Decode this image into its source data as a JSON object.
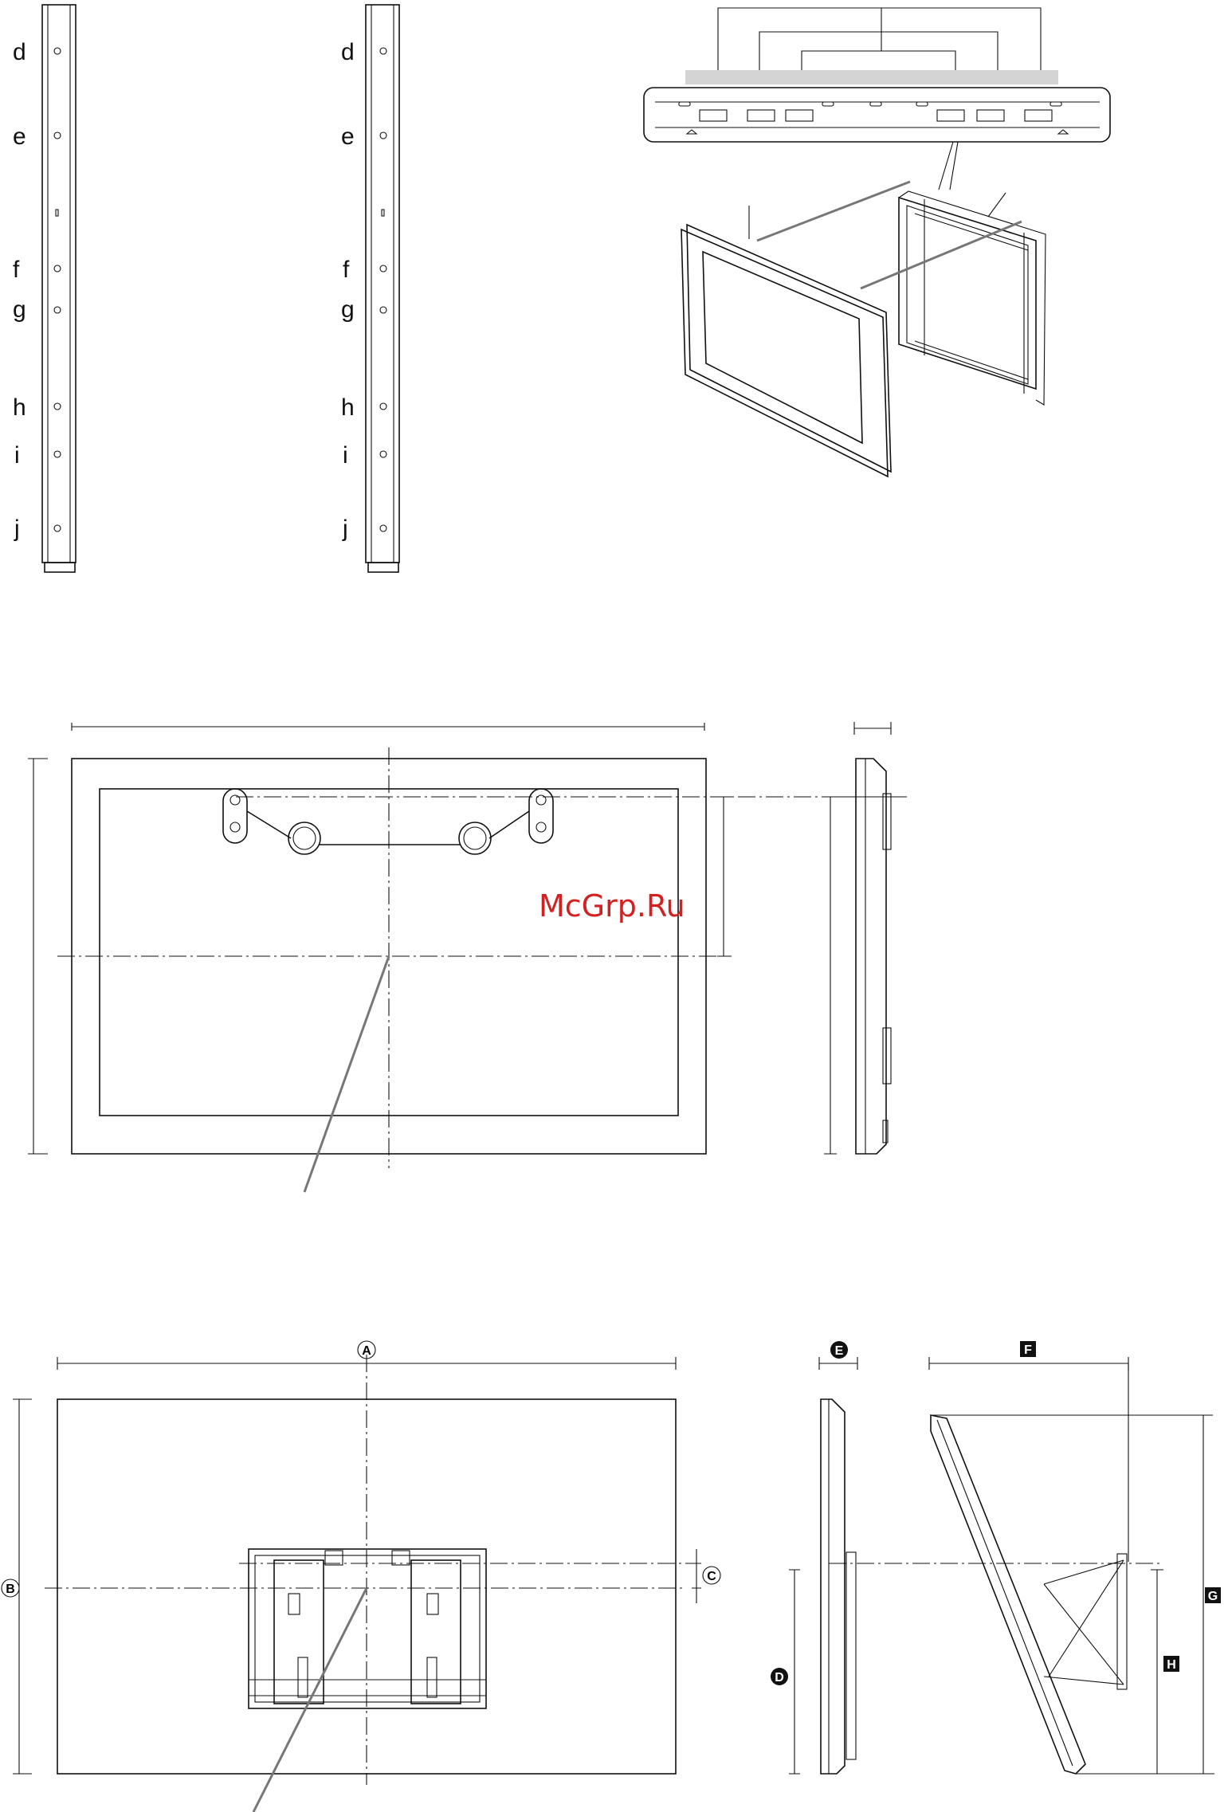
{
  "rail_left": {
    "labels": [
      "d",
      "e",
      "f",
      "g",
      "h",
      "i",
      "j"
    ]
  },
  "rail_right": {
    "labels": [
      "d",
      "e",
      "f",
      "g",
      "h",
      "i",
      "j"
    ]
  },
  "watermark": "McGrp.Ru",
  "bottom_view": {
    "dim_A": "A",
    "dim_B": "B",
    "dim_C": "C",
    "dim_D": "D",
    "dim_E": "E",
    "dim_F": "F",
    "dim_G": "G",
    "dim_H": "H"
  }
}
